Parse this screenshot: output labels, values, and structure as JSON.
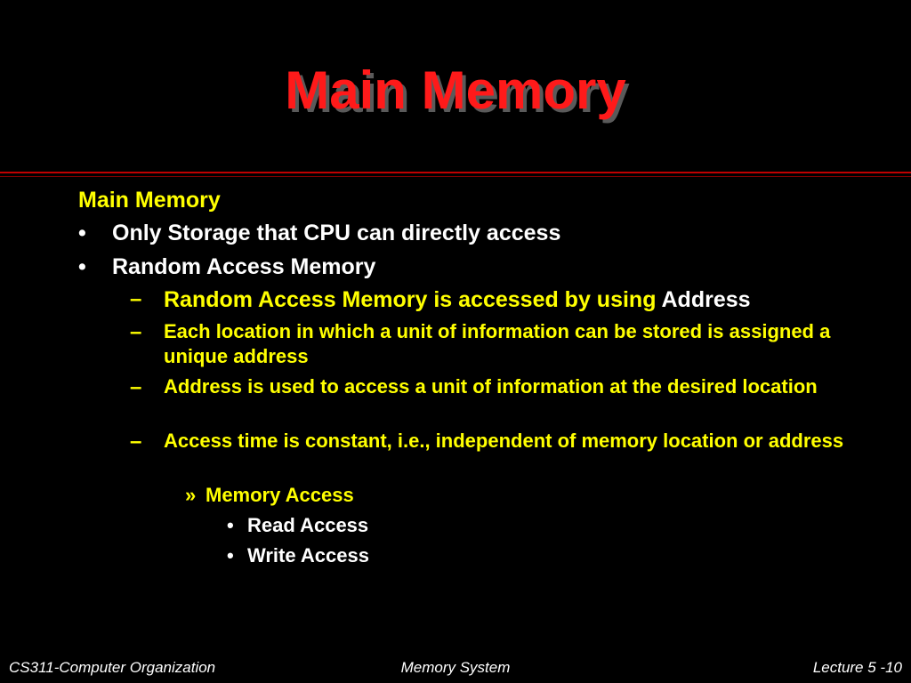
{
  "slide": {
    "title": "Main Memory"
  },
  "content": {
    "heading": "Main Memory",
    "level1": [
      {
        "marker": "•",
        "text": "Only Storage that CPU can directly access"
      },
      {
        "marker": "•",
        "text": "Random Access Memory"
      }
    ],
    "level2": [
      {
        "marker": "–",
        "text_yellow": "Random Access Memory is accessed by using ",
        "text_white": "Address"
      },
      {
        "marker": "–",
        "text": "Each location in which a unit of information can be stored is assigned a unique address"
      },
      {
        "marker": "–",
        "text": "Address is used to access a unit of information at the desired location"
      },
      {
        "marker": "–",
        "text": "Access time is constant, i.e., independent of memory location or address"
      }
    ],
    "level3": [
      {
        "marker": "»",
        "text": "Memory Access"
      }
    ],
    "level4": [
      {
        "marker": "•",
        "text": "Read Access"
      },
      {
        "marker": "•",
        "text": "Write Access"
      }
    ]
  },
  "footer": {
    "left": "CS311-Computer Organization",
    "center": "Memory System",
    "right": "Lecture 5 -10"
  },
  "colors": {
    "background": "#000000",
    "title": "#ff1a1a",
    "accent_text": "#ffff00",
    "body_text": "#ffffff",
    "divider": "#c00000"
  }
}
